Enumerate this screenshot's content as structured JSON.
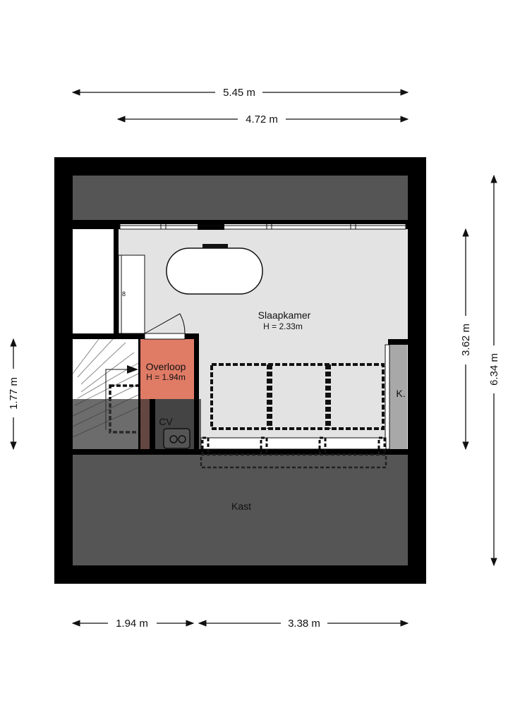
{
  "dimensions": {
    "top_outer": "5.45 m",
    "top_inner": "4.72 m",
    "bottom_left": "1.94 m",
    "bottom_right": "3.38 m",
    "left": "1.77 m",
    "right_inner": "3.62 m",
    "right_outer": "6.34 m"
  },
  "rooms": {
    "slaapkamer": {
      "name": "Slaapkamer",
      "height": "H = 2.33m"
    },
    "overloop": {
      "name": "Overloop",
      "height": "H = 1.94m"
    },
    "cv": {
      "name": "CV"
    },
    "kast_small": {
      "name": "K."
    },
    "kast": {
      "name": "Kast"
    }
  },
  "colors": {
    "wall": "#000000",
    "floor": "#e3e3e3",
    "low_ceiling": "#555555",
    "overloop": "#e07b66",
    "kast_small": "#a8a8a8"
  }
}
